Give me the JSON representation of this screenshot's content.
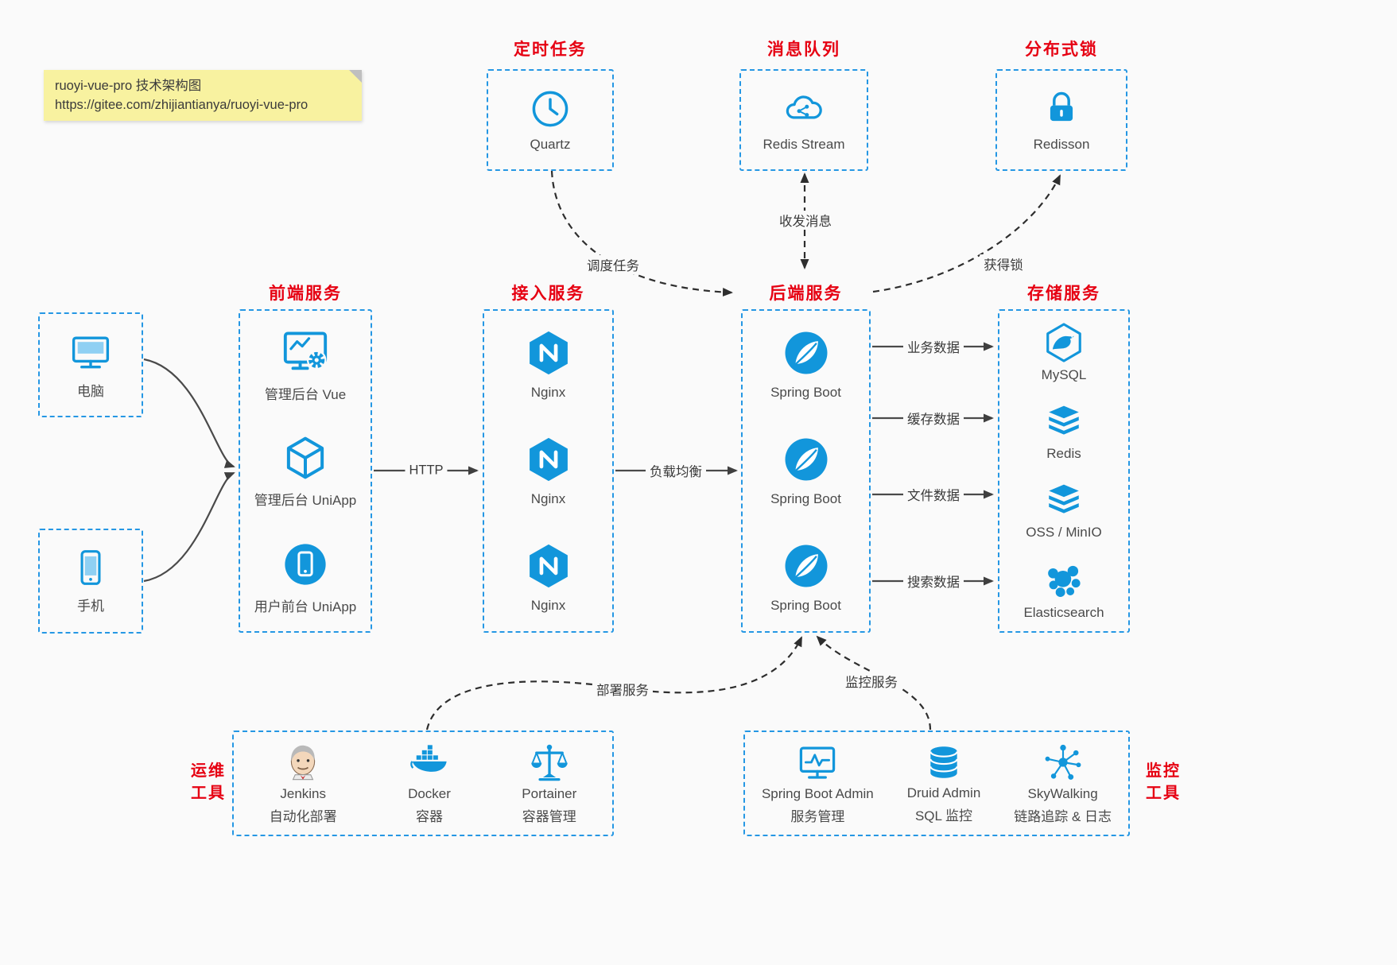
{
  "note": {
    "title": "ruoyi-vue-pro 技术架构图",
    "url": "https://gitee.com/zhijiantianya/ruoyi-vue-pro"
  },
  "top_groups": [
    {
      "title": "定时任务",
      "label": "Quartz"
    },
    {
      "title": "消息队列",
      "label": "Redis Stream"
    },
    {
      "title": "分布式锁",
      "label": "Redisson"
    }
  ],
  "clients": [
    {
      "label": "电脑"
    },
    {
      "label": "手机"
    }
  ],
  "columns": [
    {
      "title": "前端服务",
      "items": [
        {
          "label": "管理后台 Vue"
        },
        {
          "label": "管理后台 UniApp"
        },
        {
          "label": "用户前台 UniApp"
        }
      ]
    },
    {
      "title": "接入服务",
      "items": [
        {
          "label": "Nginx"
        },
        {
          "label": "Nginx"
        },
        {
          "label": "Nginx"
        }
      ]
    },
    {
      "title": "后端服务",
      "items": [
        {
          "label": "Spring Boot"
        },
        {
          "label": "Spring Boot"
        },
        {
          "label": "Spring Boot"
        }
      ]
    },
    {
      "title": "存储服务",
      "items": [
        {
          "label": "MySQL"
        },
        {
          "label": "Redis"
        },
        {
          "label": "OSS / MinIO"
        },
        {
          "label": "Elasticsearch"
        }
      ]
    }
  ],
  "bottom_groups": [
    {
      "title_lines": [
        "运维",
        "工具"
      ],
      "items": [
        {
          "label": "Jenkins",
          "sublabel": "自动化部署"
        },
        {
          "label": "Docker",
          "sublabel": "容器"
        },
        {
          "label": "Portainer",
          "sublabel": "容器管理"
        }
      ]
    },
    {
      "title_lines": [
        "监控",
        "工具"
      ],
      "items": [
        {
          "label": "Spring Boot Admin",
          "sublabel": "服务管理"
        },
        {
          "label": "Druid Admin",
          "sublabel": "SQL 监控"
        },
        {
          "label": "SkyWalking",
          "sublabel": "链路追踪 & 日志"
        }
      ]
    }
  ],
  "edges": {
    "http": "HTTP",
    "load_balance": "负载均衡",
    "schedule_task": "调度任务",
    "send_receive_message": "收发消息",
    "acquire_lock": "获得锁",
    "business_data": "业务数据",
    "cache_data": "缓存数据",
    "file_data": "文件数据",
    "search_data": "搜索数据",
    "deploy_service": "部署服务",
    "monitor_service": "监控服务"
  },
  "colors": {
    "accent_blue": "#1296db",
    "border_blue": "#2597e4",
    "title_red": "#e60012",
    "note_yellow": "#f8f2a0"
  }
}
